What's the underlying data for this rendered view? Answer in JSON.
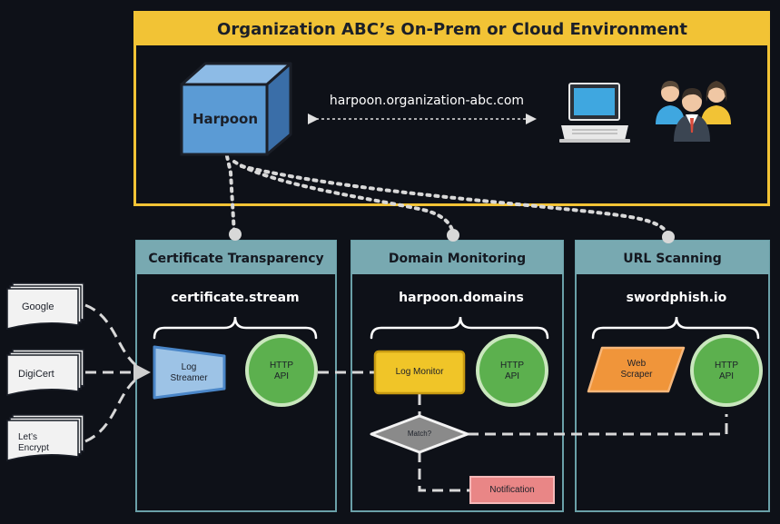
{
  "environment": {
    "title": "Organization ABC’s On-Prem or Cloud Environment"
  },
  "harpoon": {
    "label": "Harpoon",
    "url": "harpoon.organization-abc.com"
  },
  "icons": [
    "cube-icon",
    "laptop-icon",
    "users-icon"
  ],
  "sources": [
    {
      "label": "Google"
    },
    {
      "label": "DigiCert"
    },
    {
      "label": "Let’s Encrypt",
      "lines": [
        "Let’s",
        "Encrypt"
      ]
    }
  ],
  "panels": {
    "ct": {
      "title": "Certificate Transparency",
      "service": "certificate.stream"
    },
    "dm": {
      "title": "Domain Monitoring",
      "service": "harpoon.domains"
    },
    "url": {
      "title": "URL Scanning",
      "service": "swordphish.io"
    }
  },
  "nodes": {
    "log_streamer": {
      "line1": "Log",
      "line2": "Streamer"
    },
    "http_api": {
      "line1": "HTTP",
      "line2": "API"
    },
    "log_monitor": {
      "label": "Log Monitor"
    },
    "match": {
      "label": "Match?"
    },
    "notification": {
      "label": "Notification"
    },
    "web_scraper": {
      "line1": "Web",
      "line2": "Scraper"
    }
  },
  "colors": {
    "background": "#0e1118",
    "environment_border": "#f2c335",
    "panel_border": "#6aa0a8",
    "panel_header": "#78a9b1",
    "harpoon_cube": "#5b9bd5",
    "http_api": "#5cb04e",
    "log_monitor": "#f0c528",
    "web_scraper": "#f0953a",
    "notification": "#e98686",
    "log_streamer": "#9dc3e6",
    "connector": "#d8d8d8"
  }
}
